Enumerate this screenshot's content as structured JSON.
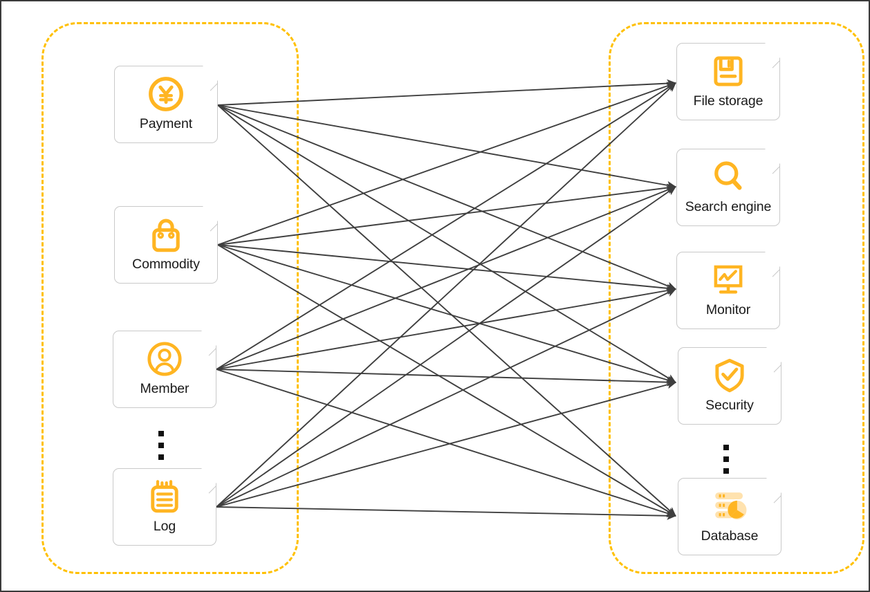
{
  "diagram": {
    "title": "Service to infrastructure connectivity diagram",
    "accent_color": "#FFC000",
    "group_border_color": "#FFC000",
    "card_border_color": "#C9C9C9",
    "edge_color": "#3F3F3F",
    "frame_color": "#3A3A3A"
  },
  "left_group": {
    "name": "business-services",
    "nodes": [
      {
        "id": "payment",
        "label": "Payment",
        "icon": "yen-coin-icon"
      },
      {
        "id": "commodity",
        "label": "Commodity",
        "icon": "shopping-bag-icon"
      },
      {
        "id": "member",
        "label": "Member",
        "icon": "user-circle-icon"
      },
      {
        "id": "log",
        "label": "Log",
        "icon": "notepad-icon"
      }
    ],
    "ellipsis": {
      "name": "more-services-ellipsis",
      "dots": 3
    }
  },
  "right_group": {
    "name": "infrastructure-services",
    "nodes": [
      {
        "id": "file-storage",
        "label": "File storage",
        "icon": "floppy-disk-icon"
      },
      {
        "id": "search-engine",
        "label": "Search engine",
        "icon": "magnifier-icon"
      },
      {
        "id": "monitor",
        "label": "Monitor",
        "icon": "monitor-chart-icon"
      },
      {
        "id": "security",
        "label": "Security",
        "icon": "shield-check-icon"
      },
      {
        "id": "database",
        "label": "Database",
        "icon": "database-pie-icon"
      }
    ],
    "ellipsis": {
      "name": "more-infrastructure-ellipsis",
      "dots": 3
    }
  },
  "edges": {
    "name": "connection-edges",
    "description": "Every left node connects to every right node (fully connected bipartite mesh).",
    "arrowhead": "filled-triangle",
    "count": 20,
    "pairs": [
      [
        "payment",
        "file-storage"
      ],
      [
        "payment",
        "search-engine"
      ],
      [
        "payment",
        "monitor"
      ],
      [
        "payment",
        "security"
      ],
      [
        "payment",
        "database"
      ],
      [
        "commodity",
        "file-storage"
      ],
      [
        "commodity",
        "search-engine"
      ],
      [
        "commodity",
        "monitor"
      ],
      [
        "commodity",
        "security"
      ],
      [
        "commodity",
        "database"
      ],
      [
        "member",
        "file-storage"
      ],
      [
        "member",
        "search-engine"
      ],
      [
        "member",
        "monitor"
      ],
      [
        "member",
        "security"
      ],
      [
        "member",
        "database"
      ],
      [
        "log",
        "file-storage"
      ],
      [
        "log",
        "search-engine"
      ],
      [
        "log",
        "monitor"
      ],
      [
        "log",
        "security"
      ],
      [
        "log",
        "database"
      ]
    ]
  }
}
